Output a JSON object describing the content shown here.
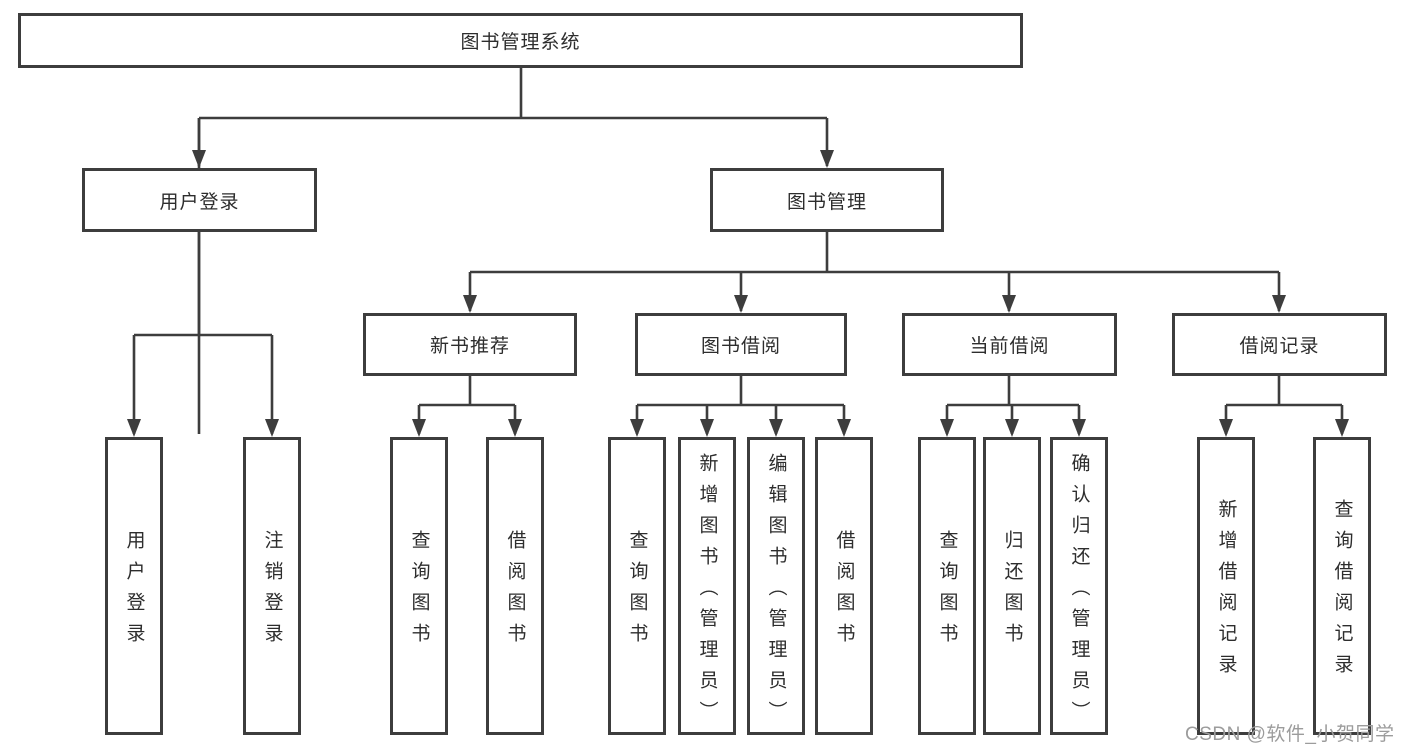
{
  "tree": {
    "root": {
      "label": "图书管理系统"
    },
    "branches": [
      {
        "label": "用户登录",
        "children": [
          {
            "label": "用户登录"
          },
          {
            "label": "注销登录"
          }
        ]
      },
      {
        "label": "图书管理",
        "groups": [
          {
            "label": "新书推荐",
            "children": [
              {
                "label": "查询图书"
              },
              {
                "label": "借阅图书"
              }
            ]
          },
          {
            "label": "图书借阅",
            "children": [
              {
                "label": "查询图书"
              },
              {
                "label": "新增图书（管理员）"
              },
              {
                "label": "编辑图书（管理员）"
              },
              {
                "label": "借阅图书"
              }
            ]
          },
          {
            "label": "当前借阅",
            "children": [
              {
                "label": "查询图书"
              },
              {
                "label": "归还图书"
              },
              {
                "label": "确认归还（管理员）"
              }
            ]
          },
          {
            "label": "借阅记录",
            "children": [
              {
                "label": "新增借阅记录"
              },
              {
                "label": "查询借阅记录"
              }
            ]
          }
        ]
      }
    ]
  },
  "watermark": {
    "text": "CSDN @软件_小贺同学"
  },
  "colors": {
    "line": "#3d3d3d",
    "box_border": "#3d3d3d",
    "text": "#2d2d2d",
    "watermark": "#9c9c9c",
    "background": "#ffffff"
  }
}
